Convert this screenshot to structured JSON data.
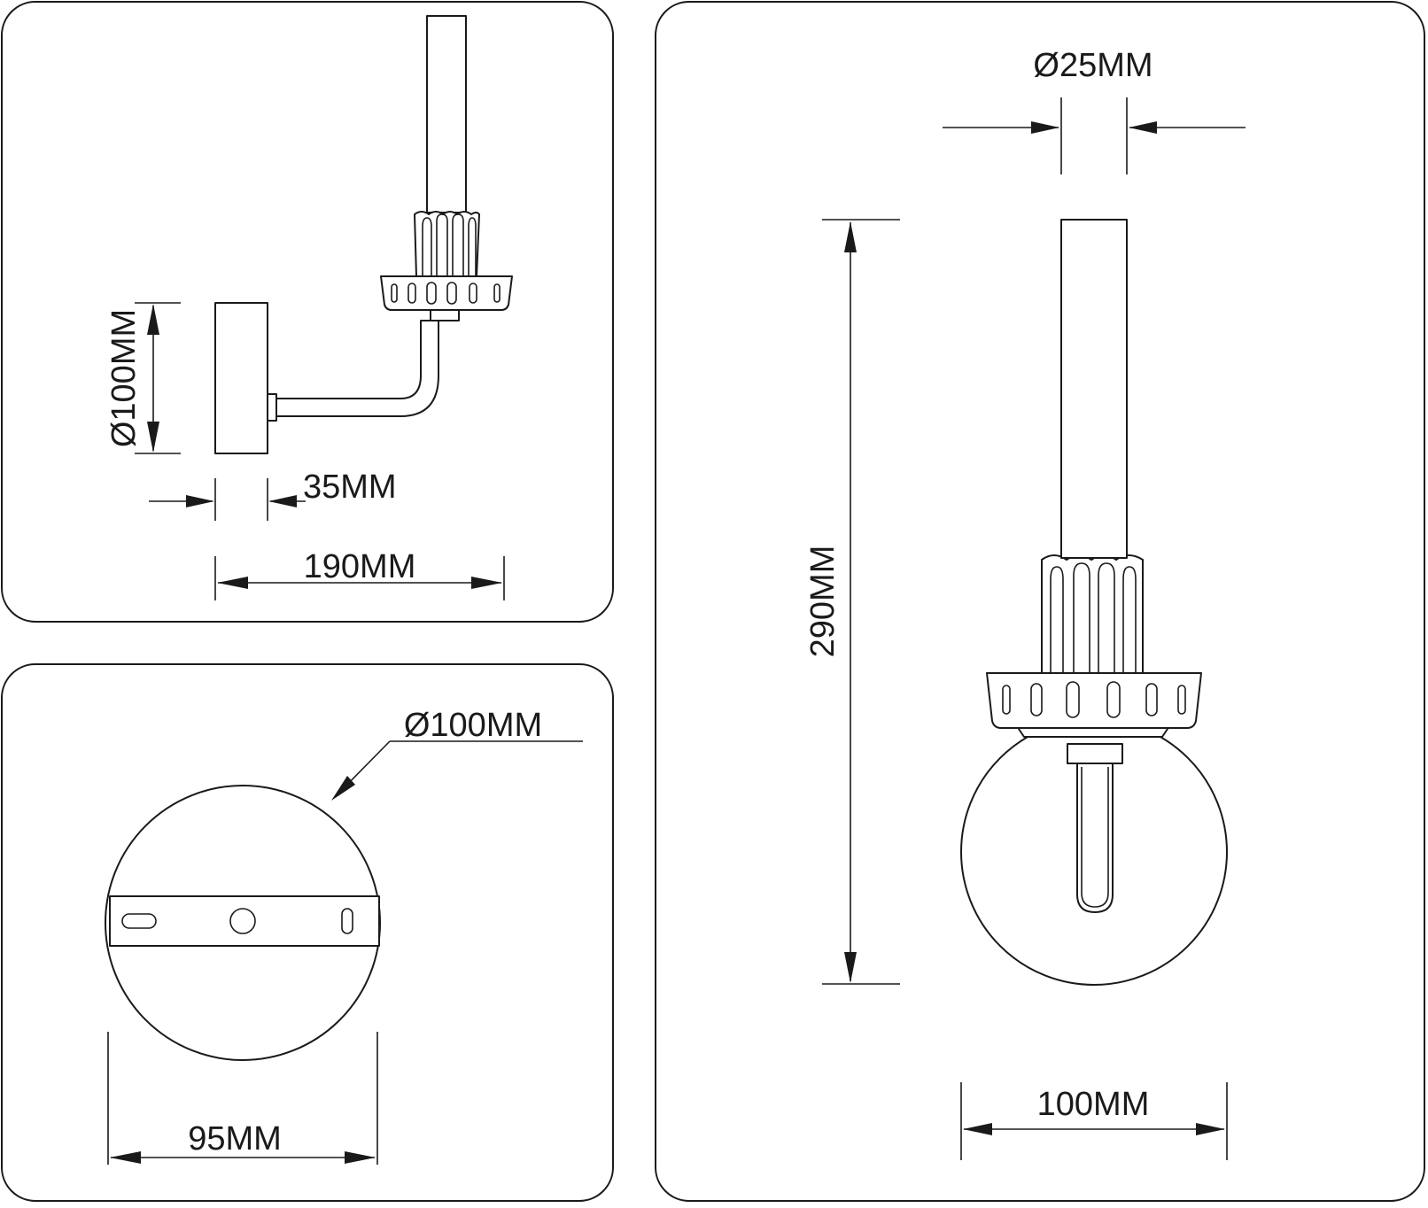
{
  "side_view": {
    "plate_diameter_label": "Ø100MM",
    "plate_depth_label": "35MM",
    "projection_label": "190MM"
  },
  "mounting_plate_view": {
    "diameter_label": "Ø100MM",
    "bracket_width_label": "95MM"
  },
  "front_view": {
    "tube_diameter_label": "Ø25MM",
    "height_label": "290MM",
    "globe_diameter_label": "100MM"
  }
}
